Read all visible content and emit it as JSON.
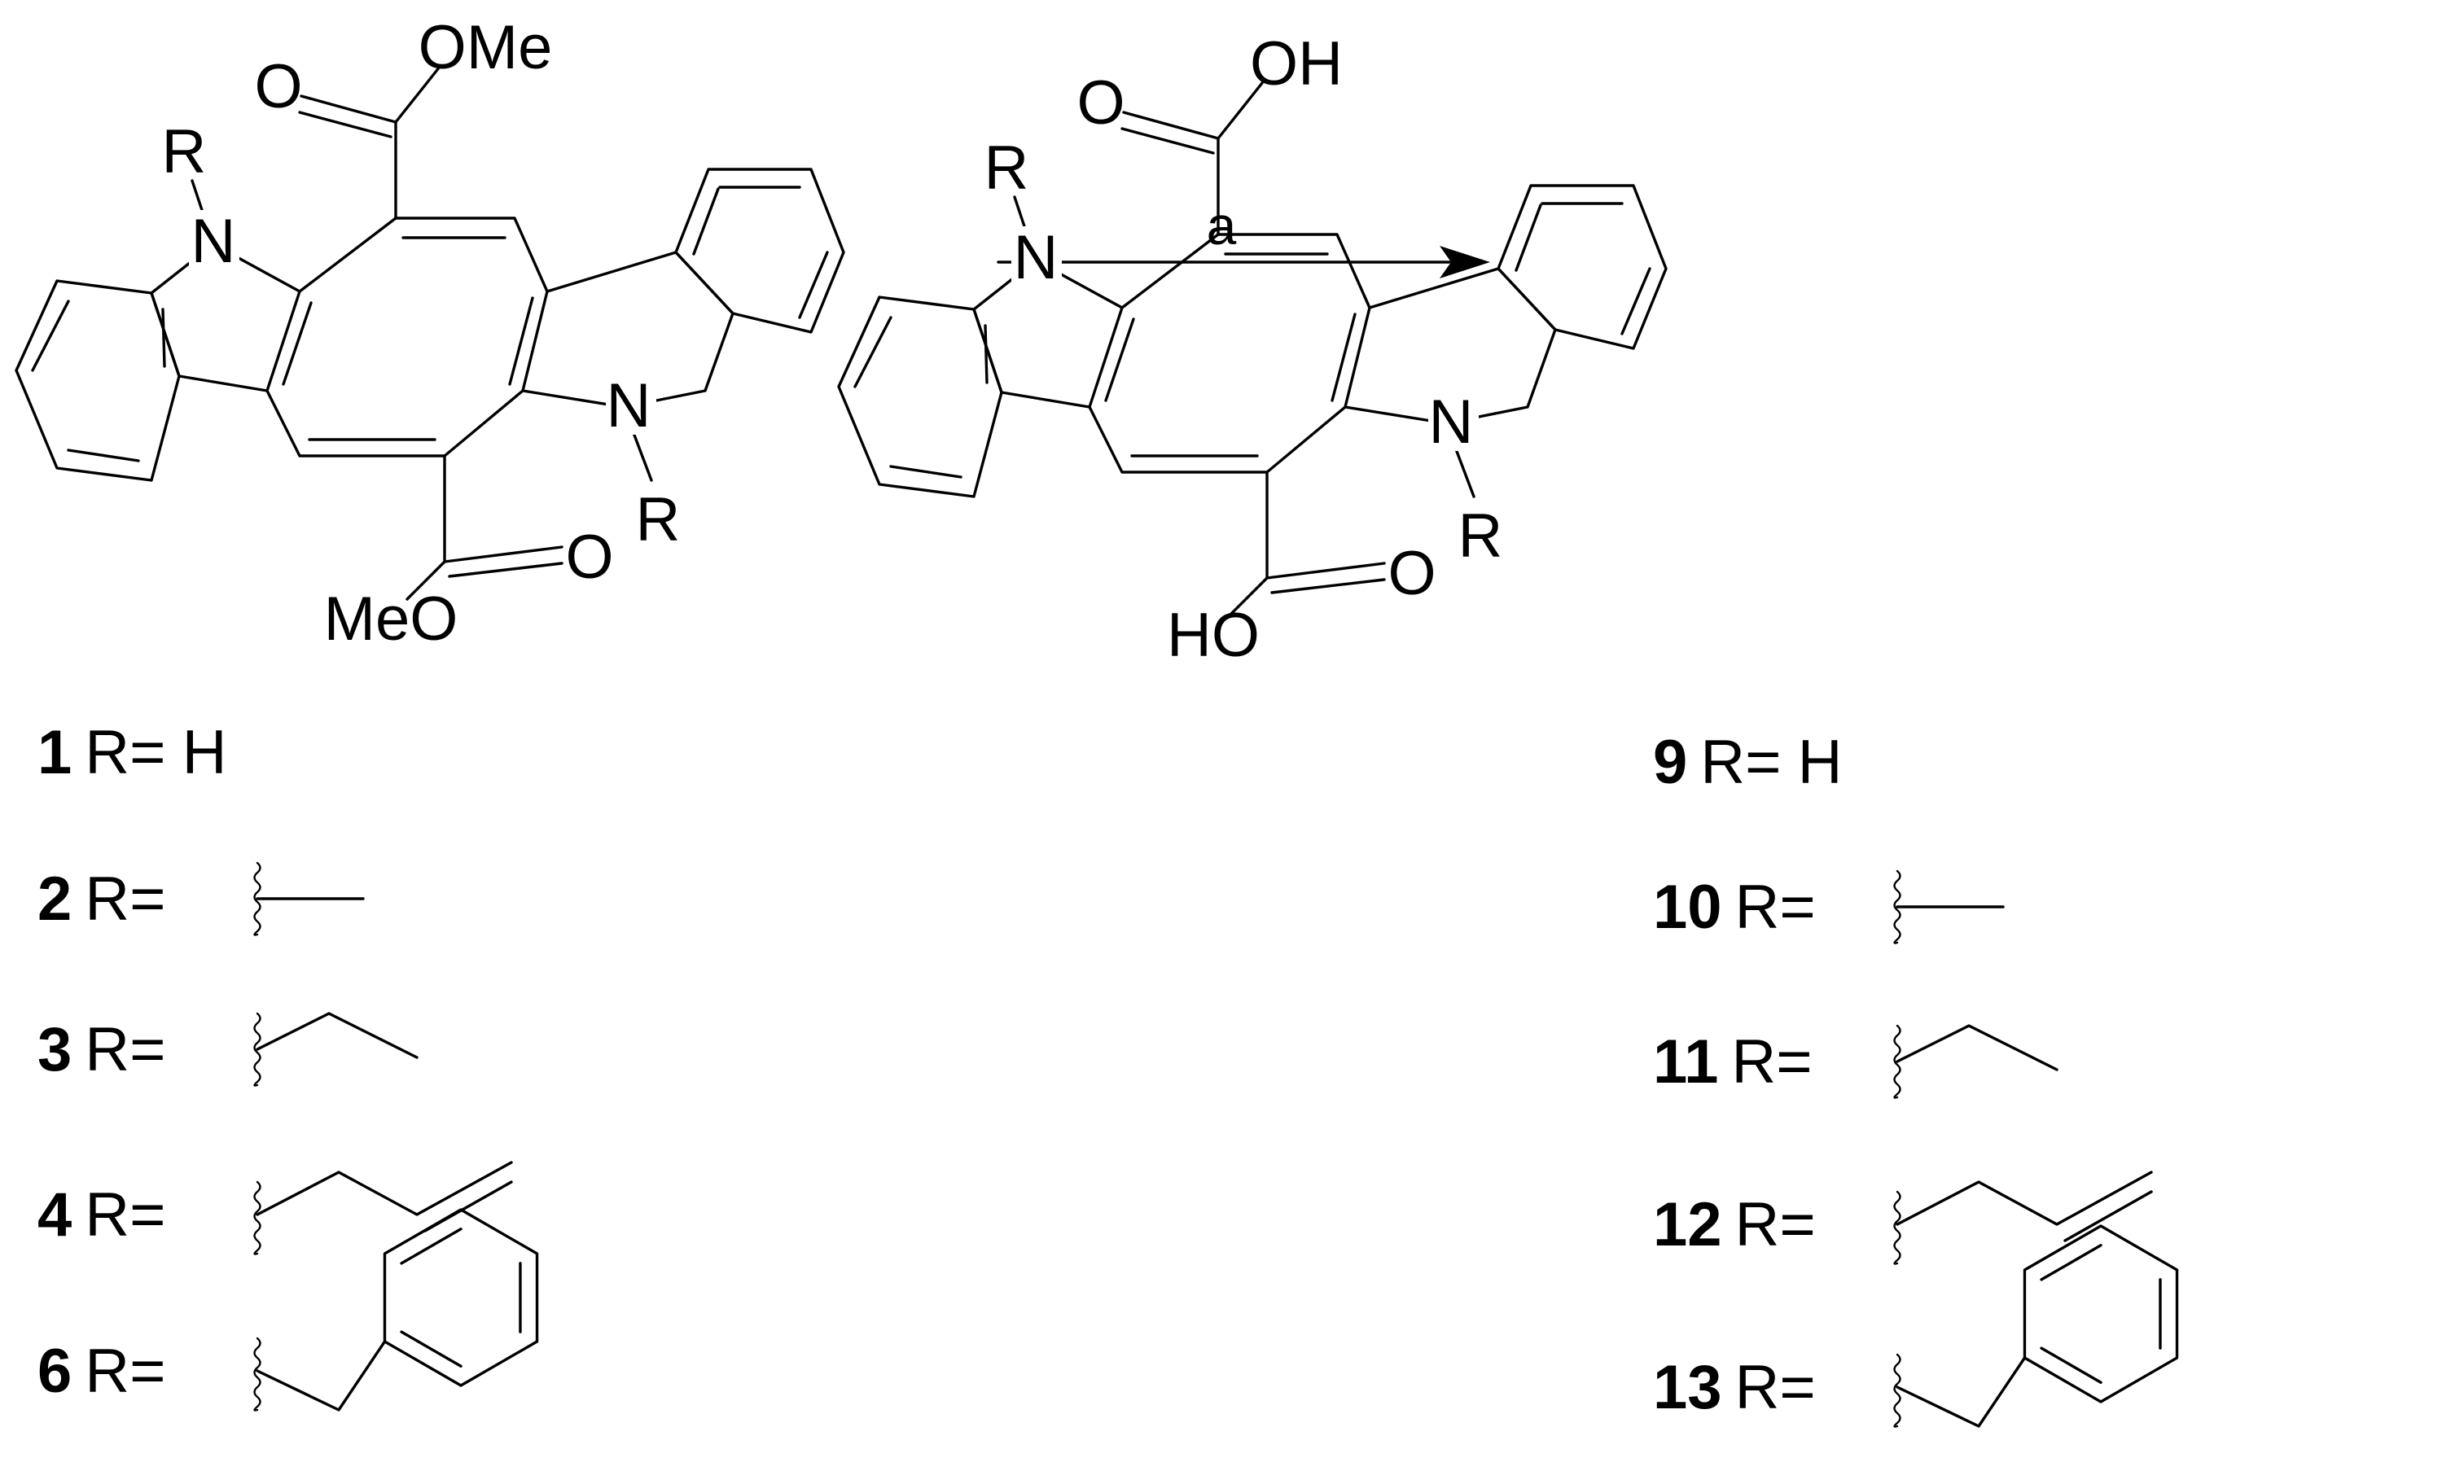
{
  "scheme": {
    "reaction_arrow": {
      "condition_label": "a"
    },
    "reactant": {
      "atoms": {
        "n_top": "N",
        "n_bottom": "N",
        "r_top": "R",
        "r_bottom": "R",
        "o_top_carbonyl": "O",
        "ome_top": "OMe",
        "o_bottom_carbonyl": "O",
        "meo_bottom": "MeO"
      }
    },
    "product": {
      "atoms": {
        "n_top": "N",
        "n_bottom": "N",
        "r_top": "R",
        "r_bottom": "R",
        "o_top_carbonyl": "O",
        "oh_top": "OH",
        "o_bottom_carbonyl": "O",
        "ho_bottom": "HO"
      }
    },
    "reactant_list": [
      {
        "number": "1",
        "label": "R=",
        "substituent": "H",
        "substituent_type": "text"
      },
      {
        "number": "2",
        "label": "R=",
        "substituent": "",
        "substituent_type": "methyl"
      },
      {
        "number": "3",
        "label": "R=",
        "substituent": "",
        "substituent_type": "ethyl"
      },
      {
        "number": "4",
        "label": "R=",
        "substituent": "",
        "substituent_type": "allyl"
      },
      {
        "number": "6",
        "label": "R=",
        "substituent": "",
        "substituent_type": "benzyl"
      }
    ],
    "product_list": [
      {
        "number": "9",
        "label": "R=",
        "substituent": "H",
        "substituent_type": "text"
      },
      {
        "number": "10",
        "label": "R=",
        "substituent": "",
        "substituent_type": "methyl"
      },
      {
        "number": "11",
        "label": "R=",
        "substituent": "",
        "substituent_type": "ethyl"
      },
      {
        "number": "12",
        "label": "R=",
        "substituent": "",
        "substituent_type": "allyl"
      },
      {
        "number": "13",
        "label": "R=",
        "substituent": "",
        "substituent_type": "benzyl"
      }
    ]
  }
}
